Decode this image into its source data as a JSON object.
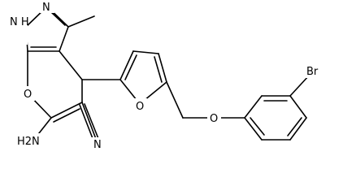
{
  "molecule": {
    "labels": {
      "pyrazole_nh": "N\nH",
      "pyrazole_n": "N",
      "pyran_o": "O",
      "furan_o": "O",
      "ether_o": "O",
      "amine": "H2N",
      "nitrile_n": "N",
      "bromine": "Br"
    }
  }
}
